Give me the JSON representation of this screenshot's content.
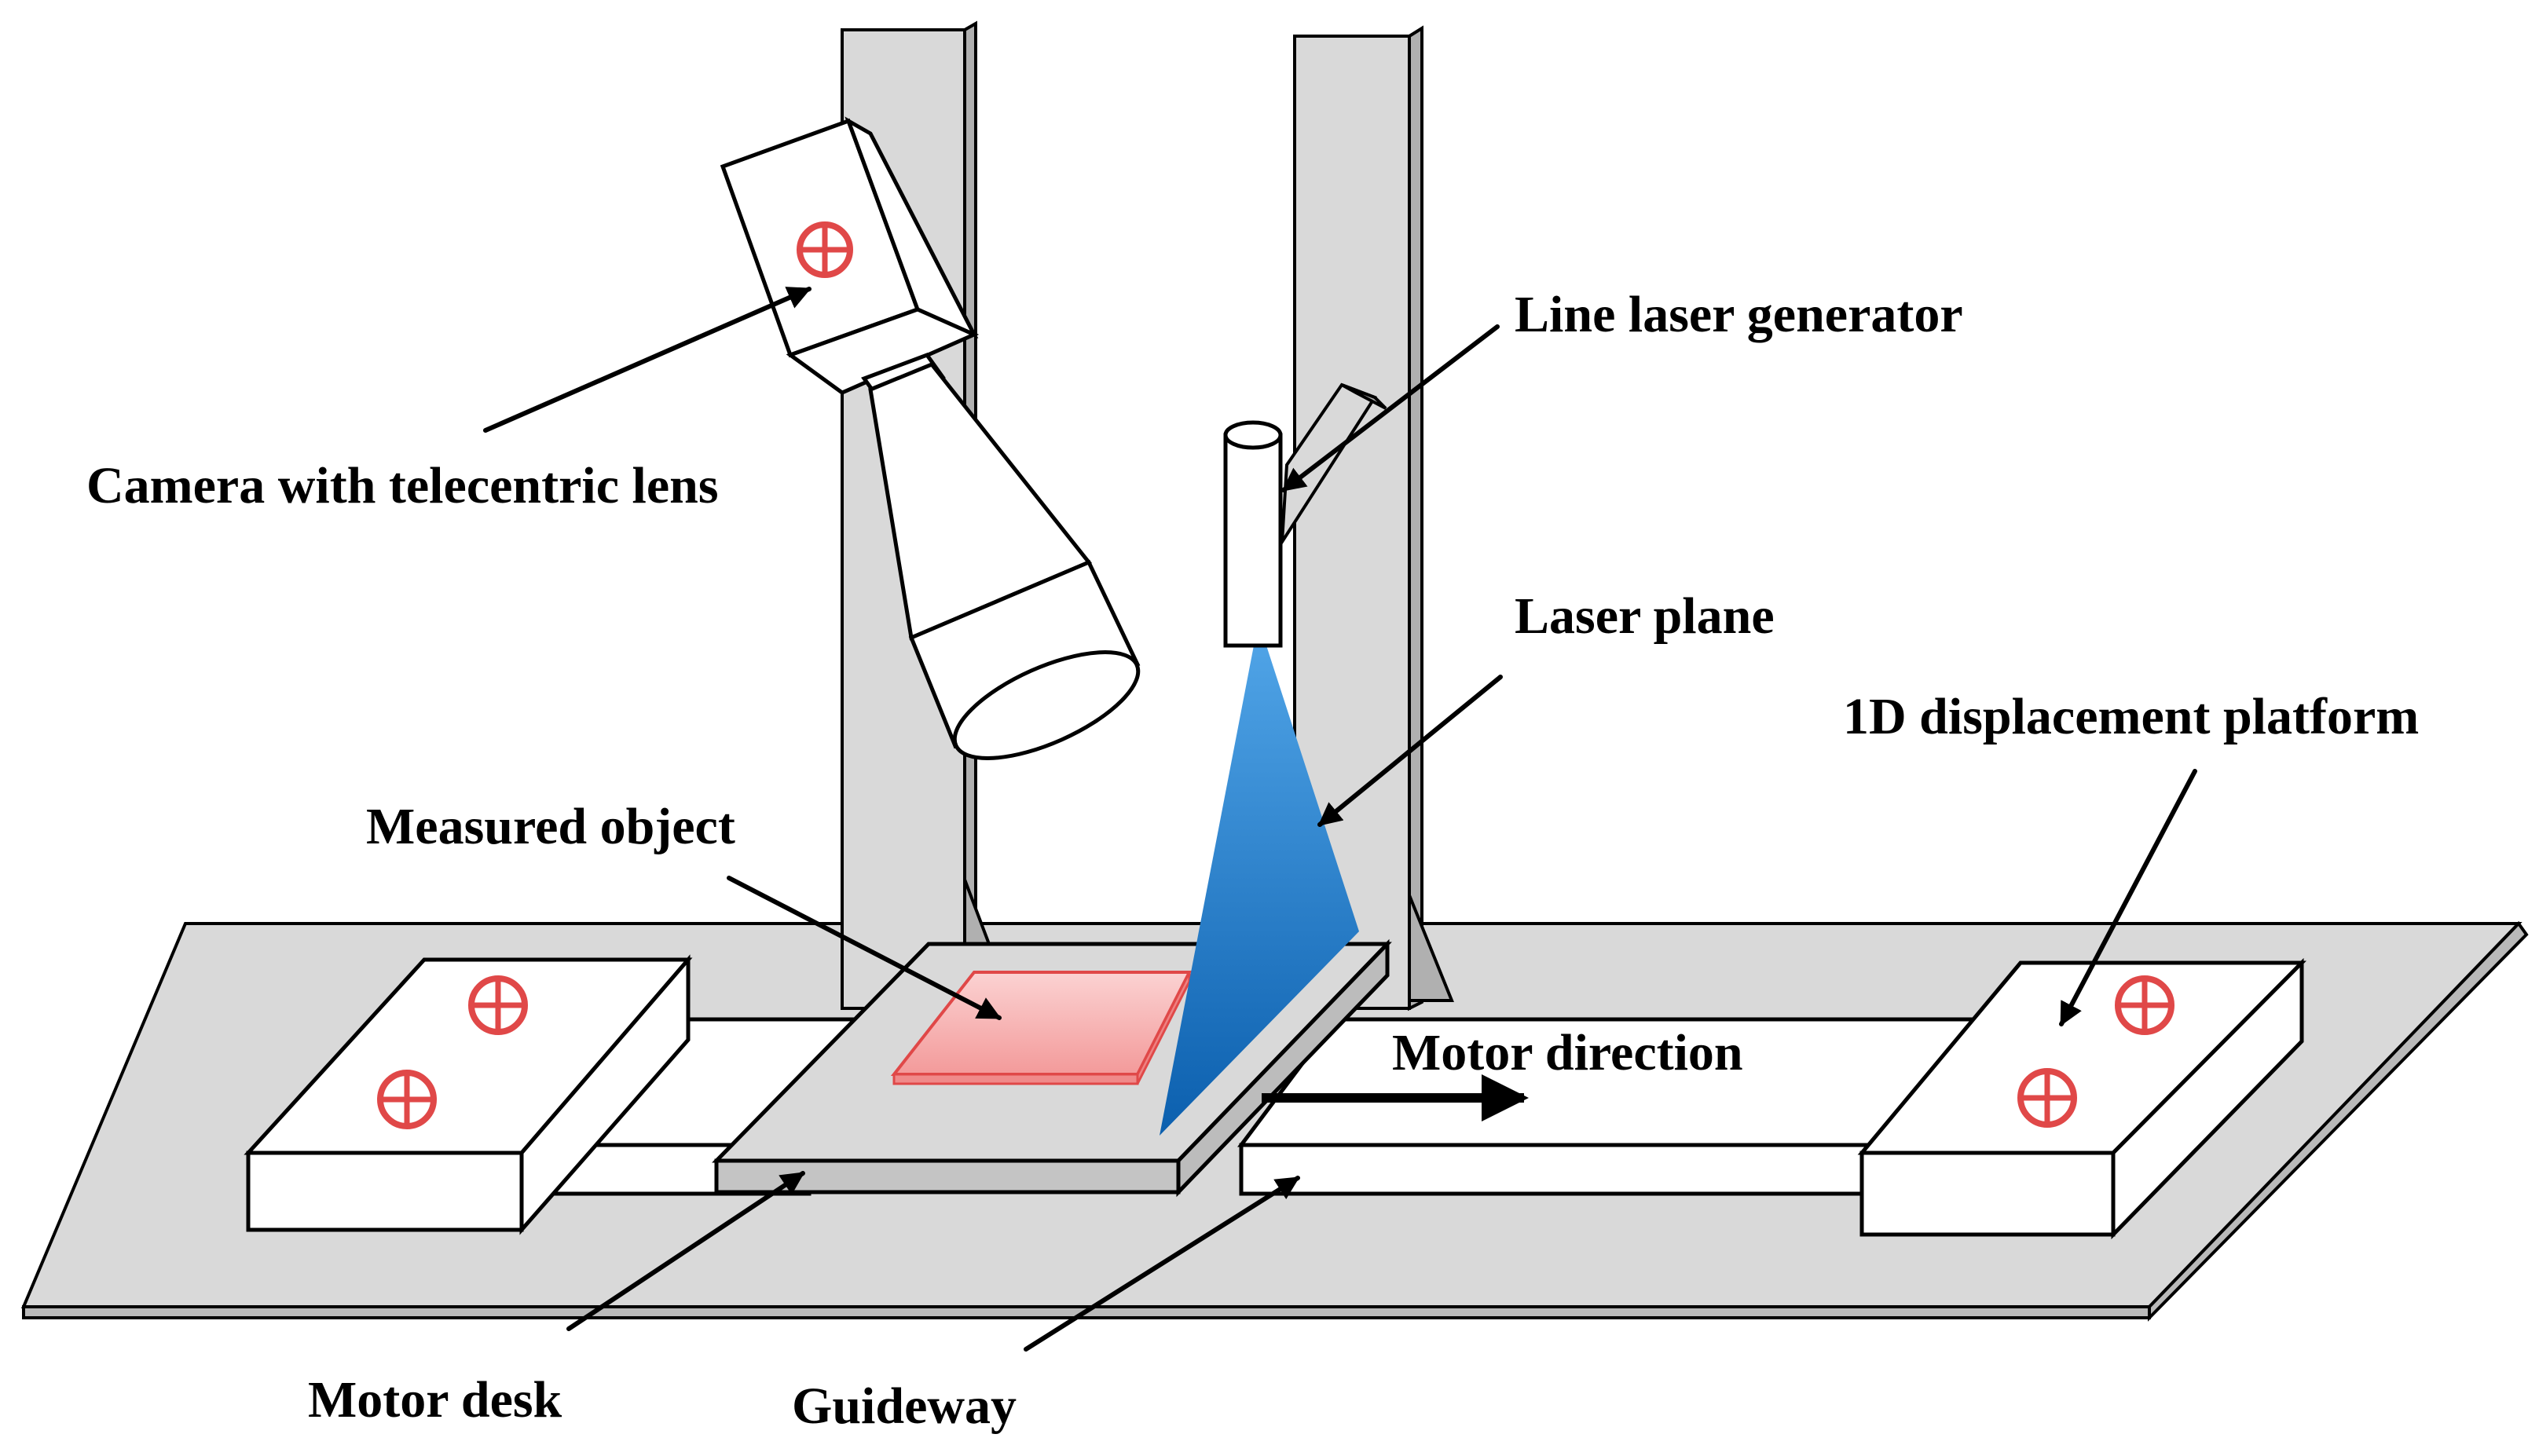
{
  "labels": {
    "camera": "Camera with telecentric lens",
    "line_laser": "Line laser generator",
    "laser_plane": "Laser plane",
    "platform": "1D displacement platform",
    "measured_object": "Measured object",
    "motor_direction": "Motor direction",
    "motor_desk": "Motor desk",
    "guideway": "Guideway"
  },
  "colors": {
    "base_plate": "#d9d9d9",
    "column": "#d9d9d9",
    "column_side": "#b0b0b0",
    "laser_plane": "#0b6cc0",
    "measured_object": "#f6b0b0",
    "measured_object_edge": "#e04848",
    "marker": "#e04848",
    "outline": "#000000"
  }
}
